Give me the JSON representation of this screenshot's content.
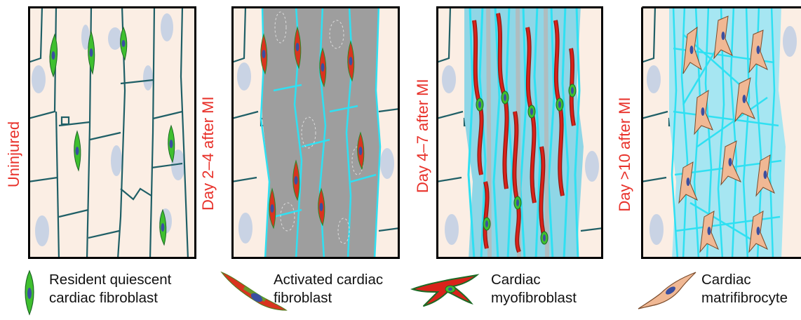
{
  "stages": [
    {
      "label": "Uninjured",
      "legend_line1": "Resident quiescent",
      "legend_line2": "cardiac fibroblast",
      "cell_type": "quiescent-fibroblast"
    },
    {
      "label": "Day 2–4 after MI",
      "legend_line1": "Activated cardiac",
      "legend_line2": "fibroblast",
      "cell_type": "activated-fibroblast"
    },
    {
      "label": "Day 4–7 after MI",
      "legend_line1": "Cardiac",
      "legend_line2": "myofibroblast",
      "cell_type": "myofibroblast"
    },
    {
      "label": "Day >10 after MI",
      "legend_line1": "Cardiac",
      "legend_line2": "matrifibrocyte",
      "cell_type": "matrifibrocyte"
    }
  ],
  "colors": {
    "label_red": "#e8322b",
    "tissue_bg": "#fbeee4",
    "membrane": "#1f5f66",
    "nucleus": "#c9d3e4",
    "quiescent_fibroblast": "#3fbf2f",
    "activated_fibroblast": "#d9331f",
    "myofibroblast": "#d9221a",
    "matrifibrocyte": "#f0b894",
    "cell_nucleus": "#3a4fa0",
    "ecm_gray": "#9e9e9e",
    "collagen_cyan": "#2fe0f2"
  }
}
